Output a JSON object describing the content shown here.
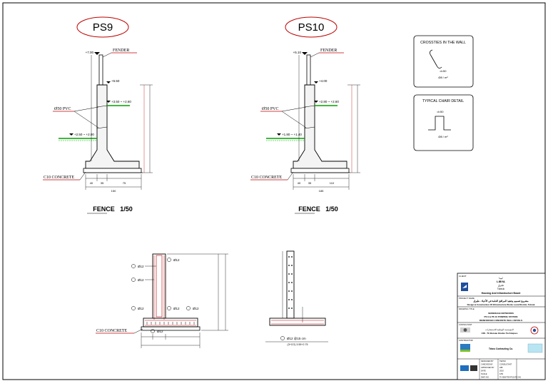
{
  "drawings": {
    "ps9": {
      "title": "PS9",
      "fender": "FENDER",
      "pvc": "Ø50 PVC",
      "concrete": "C10 CONCRETE",
      "scale": "FENCE   1/50",
      "lvl_top": "+7.00",
      "lvl_mid": "+5.50",
      "lvl_ground": "+3.50 ~ +2.60",
      "lvl_low": "+2.50 ~ +2.00",
      "dim_b1": "40",
      "dim_b2": "35",
      "dim_b3": "75",
      "dim_total": "150"
    },
    "ps10": {
      "title": "PS10",
      "fender": "FENDER",
      "pvc": "Ø50 PVC",
      "concrete": "C10 CONCRETE",
      "scale": "FENCE   1/50",
      "lvl_top": "+5.10",
      "lvl_mid": "+4.00",
      "lvl_ground": "+2.80 ~ +2.60",
      "lvl_low": "+1.80 ~ +1.40",
      "dim_b1": "40",
      "dim_b2": "35",
      "dim_b3": "110",
      "dim_total": "185"
    },
    "reinforcement": {
      "concrete": "C10 CONCRETE",
      "bar_label": "Ø12"
    },
    "section": {
      "bottom_label": "Ø12 @15 cm",
      "bottom_sub": "(3+CO) 3.55+2.75"
    }
  },
  "details": {
    "crossties": {
      "title": "CROSSTIES IN THE WALL",
      "dim": "d=50",
      "caption": "Ø8 / m²"
    },
    "chair": {
      "title": "TYPICAL CHAIR DETAIL",
      "dim": "d=50",
      "caption": "Ø8 / m²"
    }
  },
  "title_block": {
    "client_label": "CLIENT",
    "country_ar": "ليبيا",
    "country_en": "LIBYA",
    "city_ar": "طبرق",
    "city_en": "Tobruk",
    "authority": "Housing And Infrastructure Board",
    "project_label": "PROJECT NAME",
    "project_ar": "مشروع تصميم وتنفيذ المرافق العامة في الأحياء - طبرق",
    "project_en": "Design & Construction Of Infrastructure Works Local District, Tobruk",
    "drawing_label": "DRAWING TITLE",
    "drawing_l1": "SEWERAGE NETWORKS",
    "drawing_l2": "PS 9 & PS 10 PUMPING STATION",
    "drawing_l3": "REINFORCED CONCRETE WALL DETAILS",
    "consultant_label": "CONSULTANT",
    "consultant_ar": "المؤسسة الوطنية للاستشارات",
    "consultant_en": "CIN - TA Bureau Etudes Techniques",
    "contractor_label": "CONTRACTOR",
    "contractor_en": "Tekno Contracting Co.",
    "rows": [
      {
        "k": "DESIGNED BY",
        "v": "TEKNO"
      },
      {
        "k": "CHECKED BY",
        "v": "CONSULTANT"
      },
      {
        "k": "APPROVED BY",
        "v": "HIB"
      },
      {
        "k": "DATE",
        "v": "2010"
      },
      {
        "k": "SCALE",
        "v": "1/50"
      },
      {
        "k": "DWG NO.",
        "v": "TK-SEW-PS9-PS10-RC-001"
      }
    ]
  }
}
